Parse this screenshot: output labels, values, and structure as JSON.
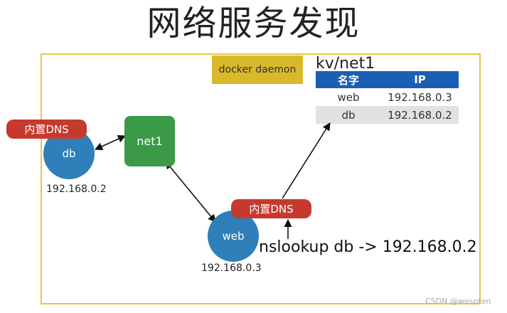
{
  "title": "网络服务发现",
  "daemon_label": "docker daemon",
  "kv": {
    "title": "kv/net1",
    "headers": [
      "名字",
      "IP"
    ],
    "rows": [
      {
        "name": "web",
        "ip": "192.168.0.3"
      },
      {
        "name": "db",
        "ip": "192.168.0.2"
      }
    ]
  },
  "nodes": {
    "db": {
      "label": "db",
      "dns": "内置DNS",
      "ip": "192.168.0.2"
    },
    "net": {
      "label": "net1"
    },
    "web": {
      "label": "web",
      "dns": "内置DNS",
      "ip": "192.168.0.3"
    }
  },
  "command": "nslookup db -> 192.168.0.2",
  "watermark": "CSDN @wespten",
  "colors": {
    "frame": "#e6c84a",
    "daemon": "#d9b92a",
    "dns": "#c63a2e",
    "container": "#2e7fba",
    "network": "#3a9a48",
    "table_header": "#1a5fb4"
  }
}
